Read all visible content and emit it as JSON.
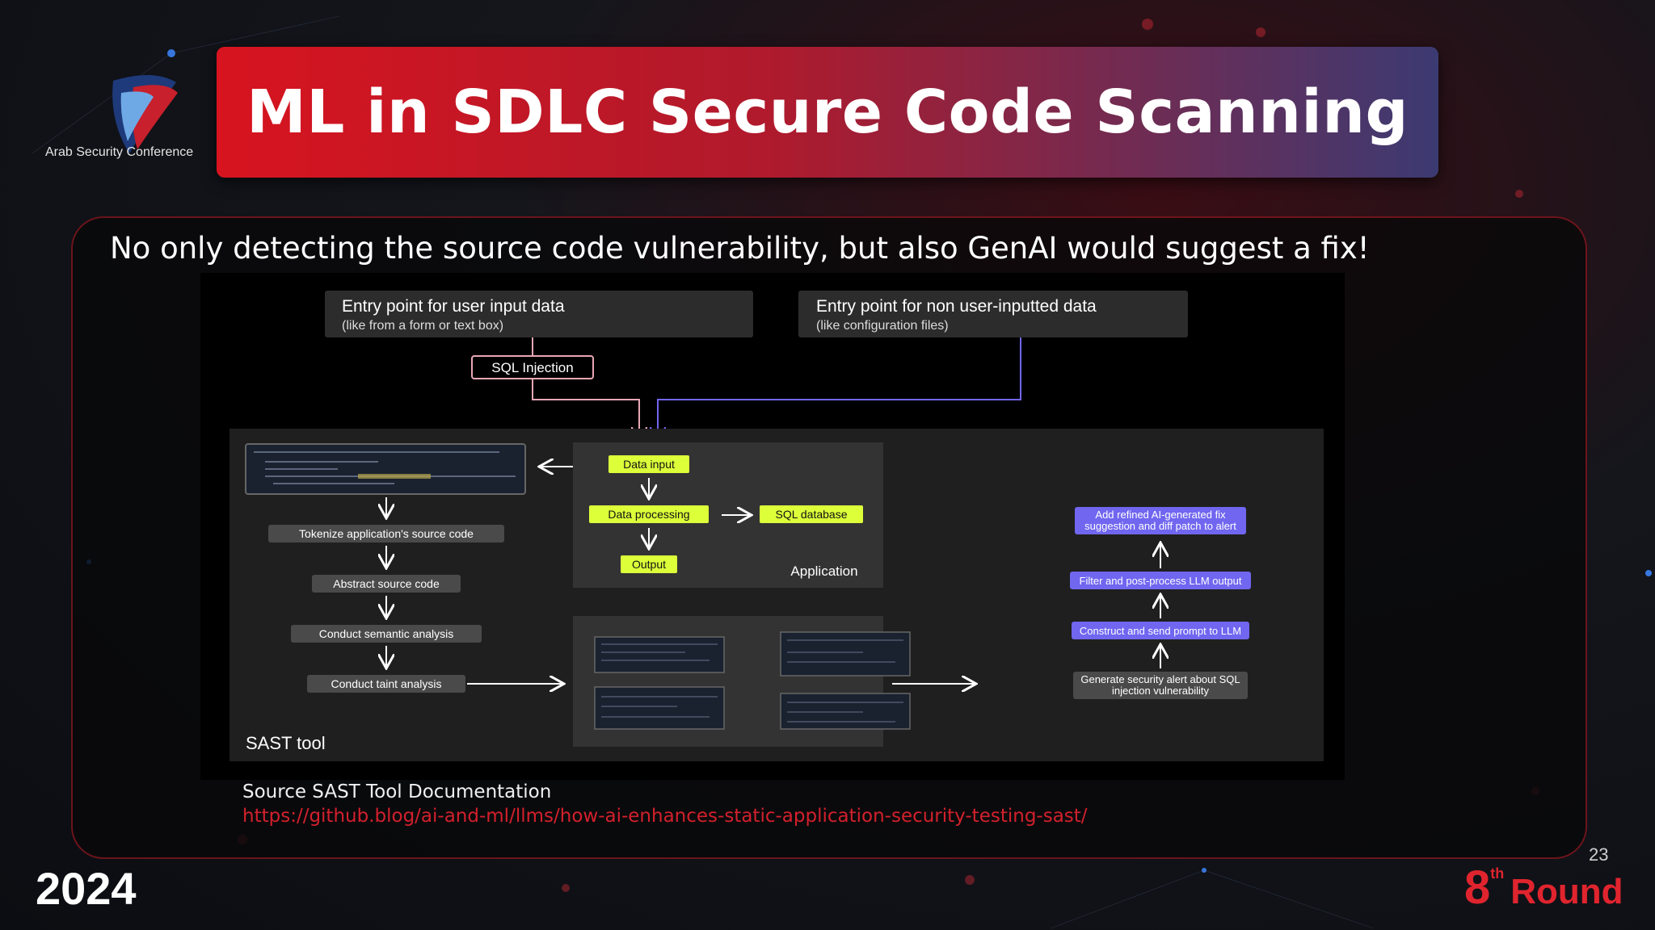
{
  "header": {
    "logo_text": "Arab Security Conference",
    "title": "ML in SDLC Secure Code Scanning"
  },
  "slide": {
    "subtitle": "No only detecting the source code vulnerability, but also GenAI would suggest a fix!",
    "source_label": "Source SAST Tool Documentation",
    "source_url": "https://github.blog/ai-and-ml/llms/how-ai-enhances-static-application-security-testing-sast/",
    "page_number": "23",
    "year": "2024",
    "round_number": "8",
    "round_suffix": "th",
    "round_word": "Round"
  },
  "diagram": {
    "entry_user": {
      "title": "Entry point for user input data",
      "subtitle": "(like from a form or text box)"
    },
    "entry_non_user": {
      "title": "Entry point for non user-inputted data",
      "subtitle": "(like configuration files)"
    },
    "sql_injection": "SQL Injection",
    "app": {
      "data_input": "Data input",
      "data_processing": "Data processing",
      "sql_database": "SQL database",
      "output": "Output",
      "label": "Application"
    },
    "sast_steps": [
      "Tokenize application's source code",
      "Abstract source code",
      "Conduct semantic analysis",
      "Conduct taint analysis"
    ],
    "sast_label": "SAST tool",
    "llm_steps": [
      "Add refined AI-generated fix suggestion and diff patch to alert",
      "Filter and post-process LLM output",
      "Construct and send prompt to LLM",
      "Generate security alert about SQL injection vulnerability"
    ],
    "colors": {
      "highlight": "#dcff3a",
      "llm": "#7066f0",
      "gray_box": "#4a4a4a",
      "sql_border": "#e8a7b4"
    }
  }
}
